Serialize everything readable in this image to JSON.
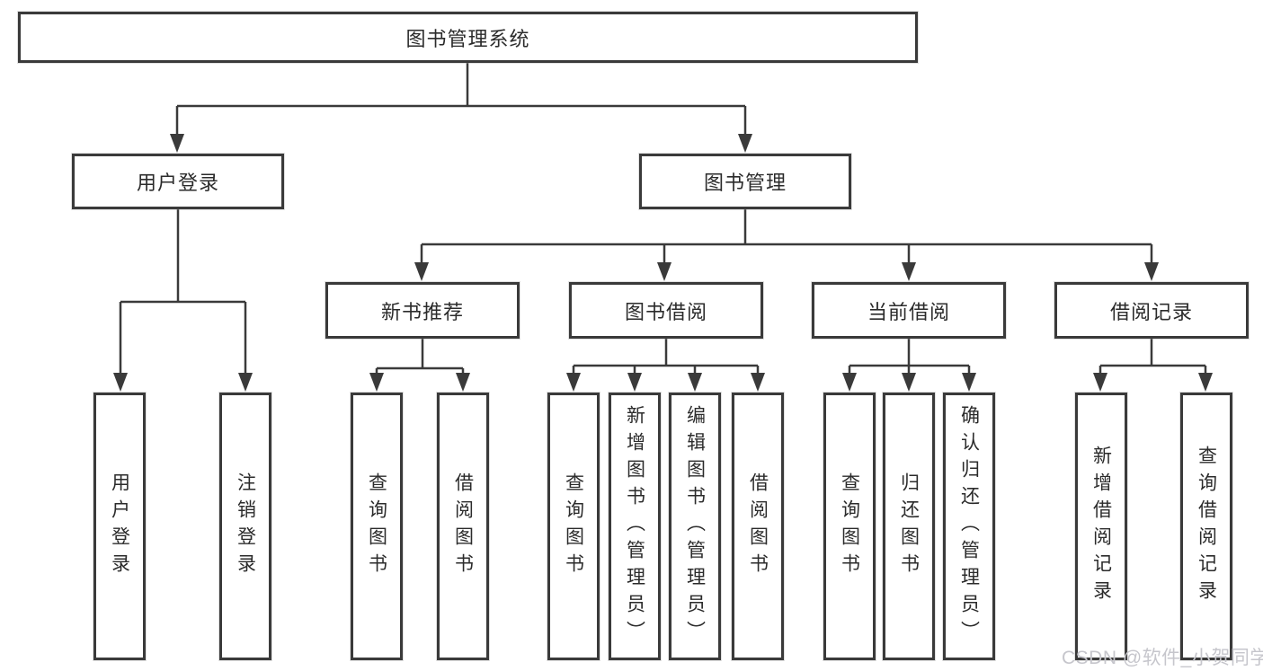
{
  "nodes": {
    "root": {
      "label": "图书管理系统"
    },
    "level2": [
      {
        "label": "用户登录"
      },
      {
        "label": "图书管理"
      }
    ],
    "level3": [
      {
        "label": "新书推荐",
        "parent": "图书管理"
      },
      {
        "label": "图书借阅",
        "parent": "图书管理"
      },
      {
        "label": "当前借阅",
        "parent": "图书管理"
      },
      {
        "label": "借阅记录",
        "parent": "图书管理"
      }
    ],
    "leaves": [
      {
        "label": "用户登录",
        "parent": "用户登录"
      },
      {
        "label": "注销登录",
        "parent": "用户登录"
      },
      {
        "label": "查询图书",
        "parent": "新书推荐"
      },
      {
        "label": "借阅图书",
        "parent": "新书推荐"
      },
      {
        "label": "查询图书",
        "parent": "图书借阅"
      },
      {
        "label": "新增图书（管理员）",
        "parent": "图书借阅"
      },
      {
        "label": "编辑图书（管理员）",
        "parent": "图书借阅"
      },
      {
        "label": "借阅图书",
        "parent": "图书借阅"
      },
      {
        "label": "查询图书",
        "parent": "当前借阅"
      },
      {
        "label": "归还图书",
        "parent": "当前借阅"
      },
      {
        "label": "确认归还（管理员）",
        "parent": "当前借阅"
      },
      {
        "label": "新增借阅记录",
        "parent": "借阅记录"
      },
      {
        "label": "查询借阅记录",
        "parent": "借阅记录"
      }
    ]
  },
  "watermark": "CSDN @软件_小贺同学",
  "colors": {
    "background": "#ffffff",
    "line": "#3a3a3a",
    "box_border": "#3a3a3a",
    "text": "#2b2b2b",
    "watermark": "#c6c6cc"
  }
}
